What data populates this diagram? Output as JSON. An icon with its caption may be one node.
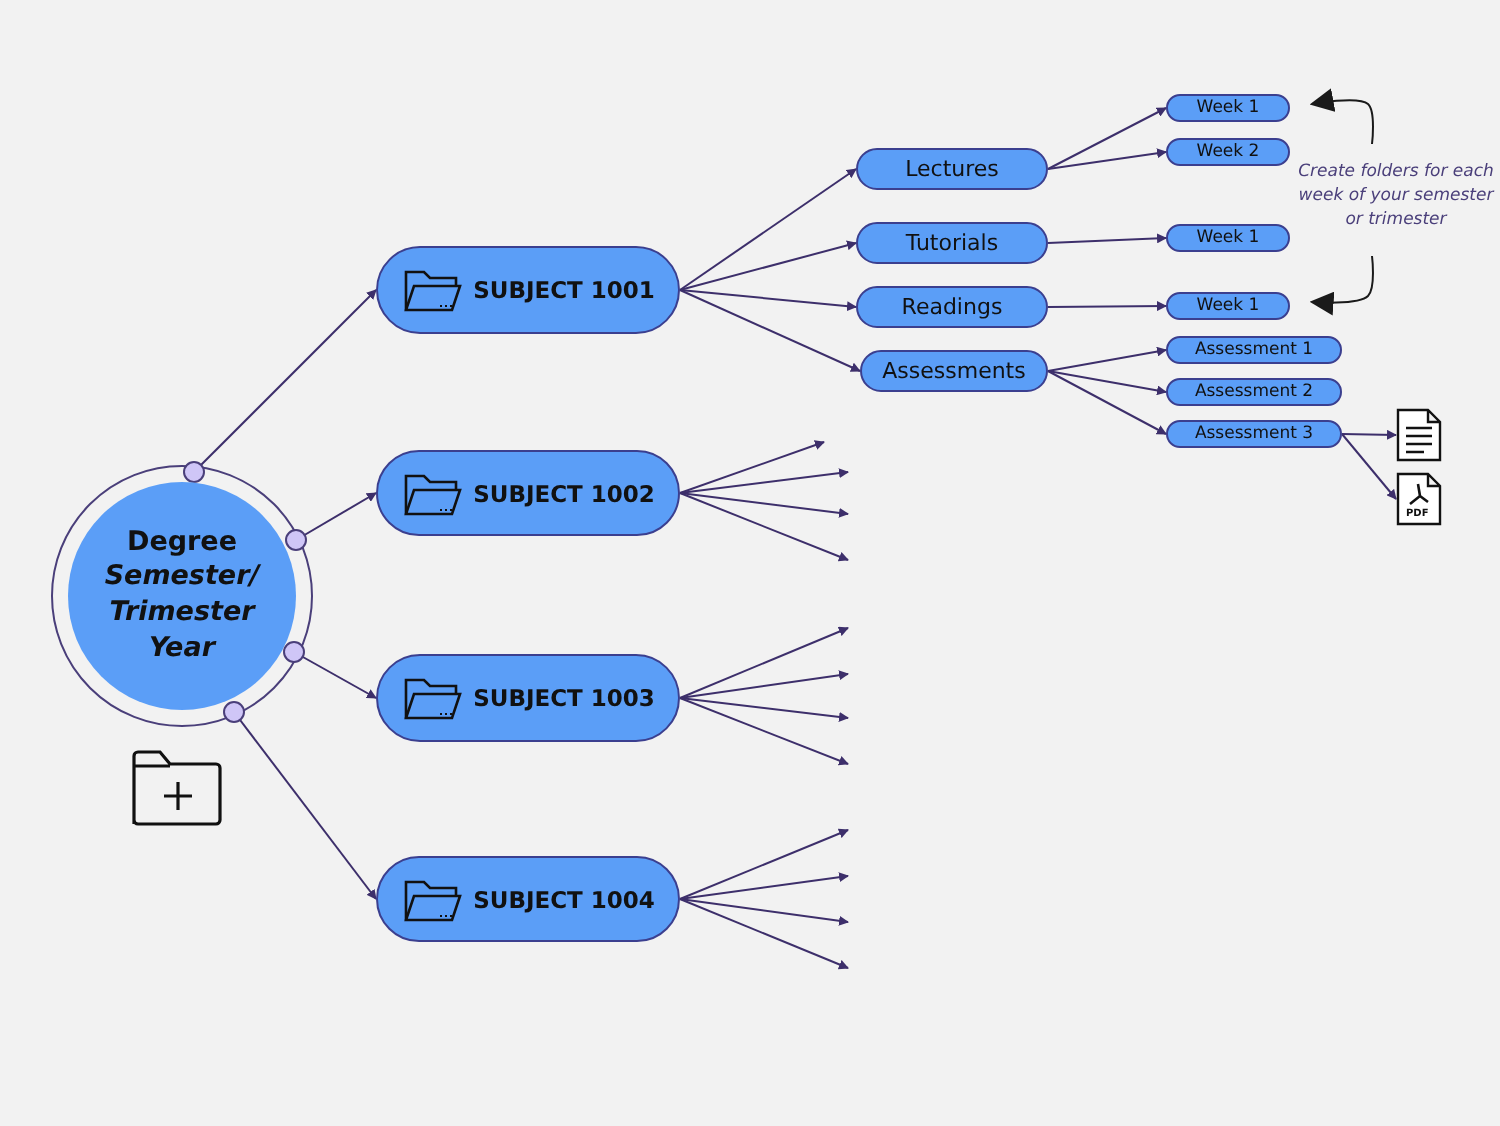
{
  "diagram": {
    "nodes": [
      {
        "text": [
          "Degree *Semester/ Trimester Year*"
        ]
      },
      {
        "text": [
          "SUBJECT 1001"
        ]
      },
      {
        "text": [
          "SUBJECT 1002"
        ]
      },
      {
        "text": [
          "SUBJECT 1003"
        ]
      },
      {
        "text": [
          "SUBJECT 1004"
        ]
      },
      {
        "text": [
          "Lectures"
        ]
      },
      {
        "text": [
          "Tutorials"
        ]
      },
      {
        "text": [
          "Readings"
        ]
      },
      {
        "text": [
          "Assessments"
        ]
      },
      {
        "text": [
          "Week 1"
        ]
      },
      {
        "text": [
          "Week 2"
        ]
      },
      {
        "text": [
          "Week 1"
        ]
      },
      {
        "text": [
          "Week 1"
        ]
      },
      {
        "text": [
          "Assessment 1"
        ]
      },
      {
        "text": [
          "Assessment 2"
        ]
      },
      {
        "text": [
          "Assessment 3"
        ]
      },
      {
        "text": [],
        "shape": "picture"
      },
      {
        "text": [
          "PDF"
        ]
      },
      {
        "text": [
          "Create folders for each week of your semester or trimester"
        ]
      }
    ],
    "edges": [
      {
        "from": 0,
        "to": 1,
        "arrow": "to"
      },
      {
        "from": 0,
        "to": 2,
        "arrow": "to"
      },
      {
        "from": 0,
        "to": 3,
        "arrow": "to"
      },
      {
        "from": 0,
        "to": 4,
        "arrow": "to"
      },
      {
        "from": 1,
        "to": 5,
        "arrow": "to"
      },
      {
        "from": 1,
        "to": 6,
        "arrow": "to"
      },
      {
        "from": 1,
        "to": 7,
        "arrow": "to"
      },
      {
        "from": 1,
        "to": 8,
        "arrow": "to"
      },
      {
        "from": 5,
        "to": 9,
        "arrow": "to"
      },
      {
        "from": 5,
        "to": 10,
        "arrow": "to"
      },
      {
        "from": 6,
        "to": 11,
        "arrow": "to"
      },
      {
        "from": 7,
        "to": 12,
        "arrow": "to"
      },
      {
        "from": 8,
        "to": 13,
        "arrow": "to"
      },
      {
        "from": 8,
        "to": 14,
        "arrow": "to"
      },
      {
        "from": 8,
        "to": 15,
        "arrow": "to"
      },
      {
        "from": 15,
        "to": 16,
        "arrow": "to"
      },
      {
        "from": 15,
        "to": 17,
        "arrow": "to"
      },
      {
        "from": 2,
        "to": null,
        "arrow": "to"
      },
      {
        "from": 2,
        "to": null,
        "arrow": "to"
      },
      {
        "from": 2,
        "to": null,
        "arrow": "to"
      },
      {
        "from": 2,
        "to": null,
        "arrow": "to"
      },
      {
        "from": 3,
        "to": null,
        "arrow": "to"
      },
      {
        "from": 3,
        "to": null,
        "arrow": "to"
      },
      {
        "from": 3,
        "to": null,
        "arrow": "to"
      },
      {
        "from": 3,
        "to": null,
        "arrow": "to"
      },
      {
        "from": 4,
        "to": null,
        "arrow": "to"
      },
      {
        "from": 4,
        "to": null,
        "arrow": "to"
      },
      {
        "from": 4,
        "to": null,
        "arrow": "to"
      },
      {
        "from": 4,
        "to": null,
        "arrow": "to"
      },
      {
        "from": 18,
        "to": 9,
        "arrow": "to",
        "color": "#1a1a1a"
      },
      {
        "from": 18,
        "to": 12,
        "arrow": "to",
        "color": "#1a1a1a"
      }
    ]
  }
}
